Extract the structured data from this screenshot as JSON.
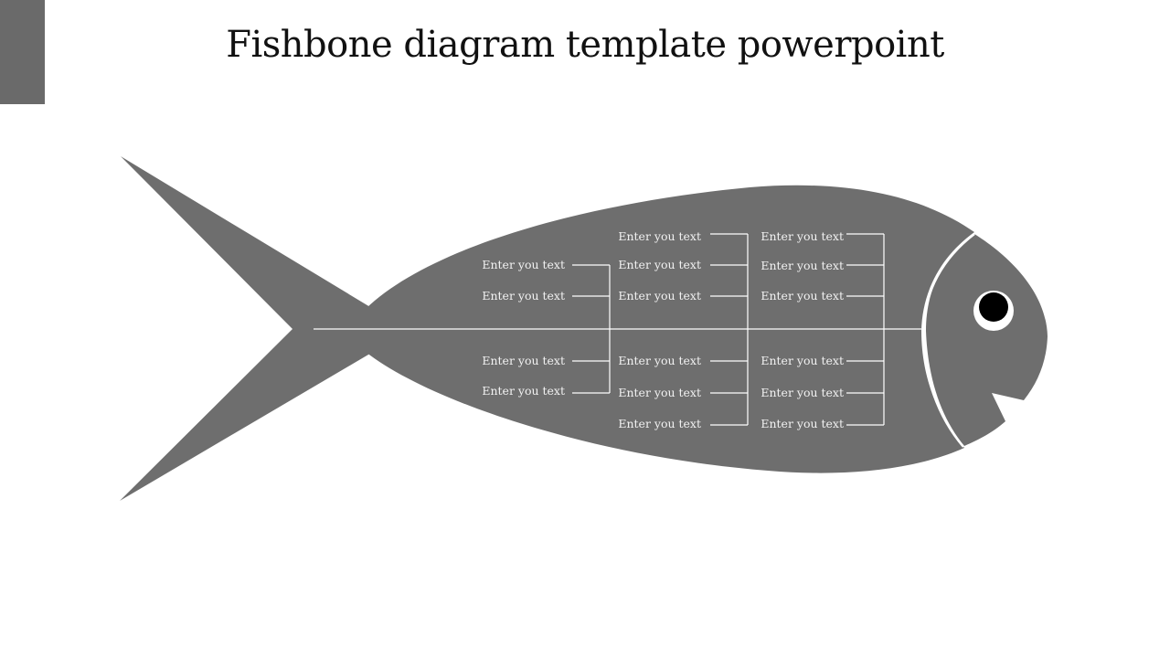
{
  "slide": {
    "title": "Fishbone diagram template powerpoint"
  },
  "colors": {
    "fish_fill": "#6e6e6e",
    "corner_block": "#6a6a6a",
    "lines": "#ffffff",
    "eye_white": "#ffffff",
    "pupil": "#000000",
    "label_text": "#f2f2f2"
  },
  "fishbone": {
    "upper": {
      "group_left": [
        "Enter you text",
        "Enter you text"
      ],
      "group_middle": [
        "Enter you text",
        "Enter you text",
        "Enter you text"
      ],
      "group_right": [
        "Enter you text",
        "Enter you text",
        "Enter you text"
      ]
    },
    "lower": {
      "group_left": [
        "Enter you text",
        "Enter you text"
      ],
      "group_middle": [
        "Enter you text",
        "Enter you text",
        "Enter you text"
      ],
      "group_right": [
        "Enter you text",
        "Enter you text",
        "Enter you text"
      ]
    }
  }
}
